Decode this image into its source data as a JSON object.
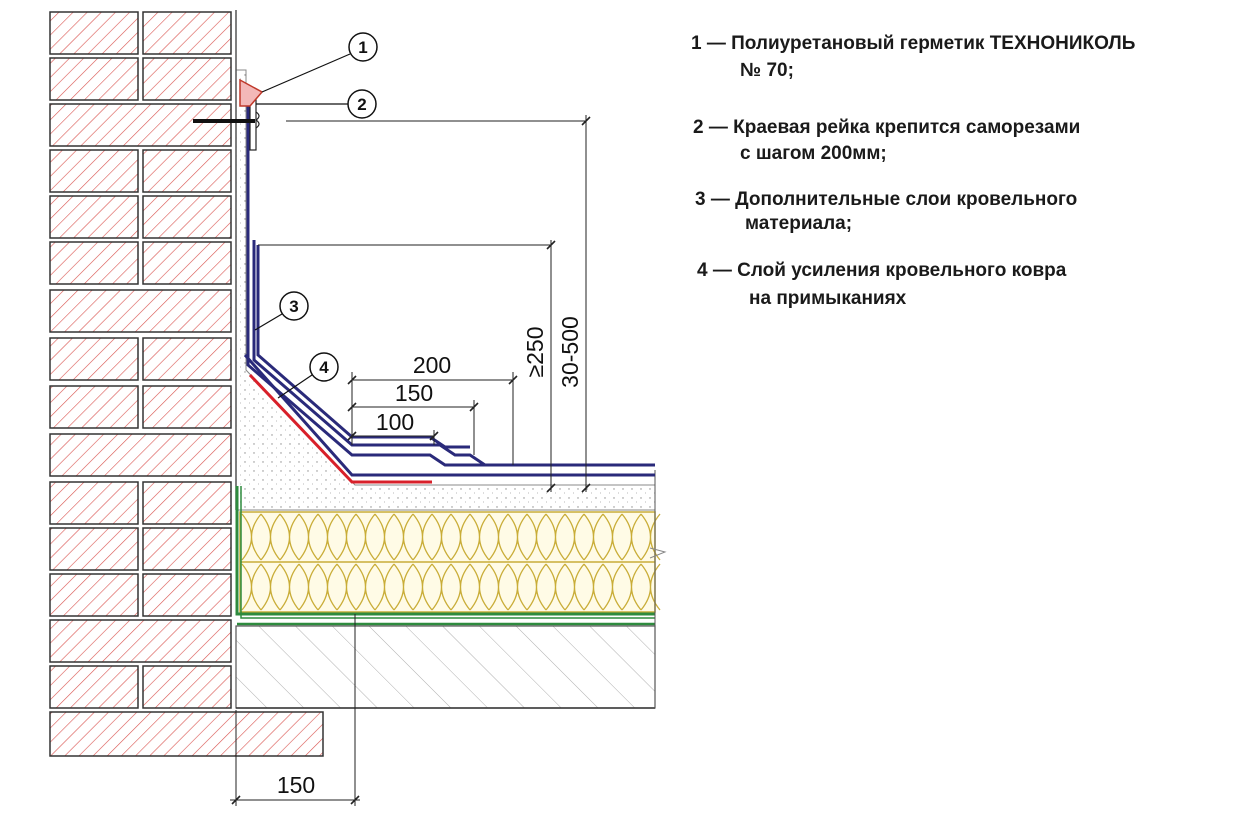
{
  "legend": {
    "item1": {
      "line1": "1 — Полиуретановый герметик ТЕХНОНИКОЛЬ",
      "line2": "№ 70;"
    },
    "item2": {
      "line1": "2 — Краевая рейка крепится саморезами",
      "line2": "с шагом 200мм;"
    },
    "item3": {
      "line1": "3 — Дополнительные слои кровельного",
      "line2": "материала;"
    },
    "item4": {
      "line1": "4 — Слой усиления кровельного ковра",
      "line2": "на примыканиях"
    }
  },
  "callouts": {
    "c1": "1",
    "c2": "2",
    "c3": "3",
    "c4": "4"
  },
  "dimensions": {
    "d200": "200",
    "d150": "150",
    "d100": "100",
    "d250": "≥250",
    "d30500": "30-500",
    "d150bottom": "150"
  },
  "colors": {
    "brick_hatch": "#d9534f",
    "membrane": "#2a2a7a",
    "reinforcement": "#d8202a",
    "insulation": "#d8c04a",
    "vapor_barrier": "#2e8b3e",
    "sealant": "#c0392b"
  }
}
